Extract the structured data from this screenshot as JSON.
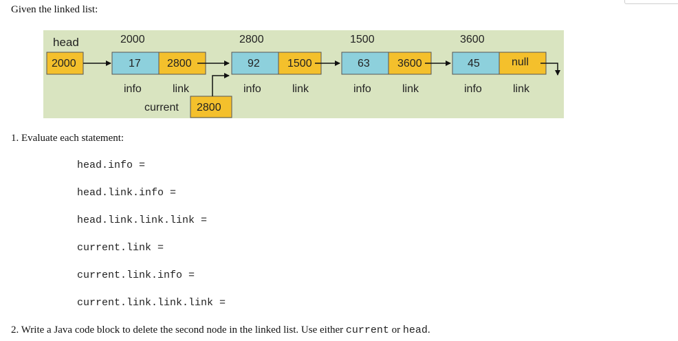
{
  "intro_text": "Given the linked list:",
  "diagram": {
    "colors": {
      "background": "#d9e4c0",
      "info_box": "#8dd0dc",
      "link_box": "#f4c02c",
      "border": "#555555"
    },
    "head_label": "head",
    "head_value": "2000",
    "field_labels": {
      "info": "info",
      "link": "link"
    },
    "nodes": [
      {
        "address": "2000",
        "info": "17",
        "link": "2800"
      },
      {
        "address": "2800",
        "info": "92",
        "link": "1500"
      },
      {
        "address": "1500",
        "info": "63",
        "link": "3600"
      },
      {
        "address": "3600",
        "info": "45",
        "link": "null"
      }
    ],
    "current_label": "current",
    "current_value": "2800"
  },
  "question1": {
    "title": "1. Evaluate each statement:",
    "statements": [
      "head.info =",
      "head.link.info =",
      "head.link.link.link =",
      "current.link =",
      "current.link.info =",
      "current.link.link.link ="
    ]
  },
  "question2": {
    "text_before": "2. Write a Java code block to delete the second node in the linked list. Use either ",
    "code_current": "current",
    "text_middle": " or ",
    "code_head": "head",
    "text_after": "."
  }
}
